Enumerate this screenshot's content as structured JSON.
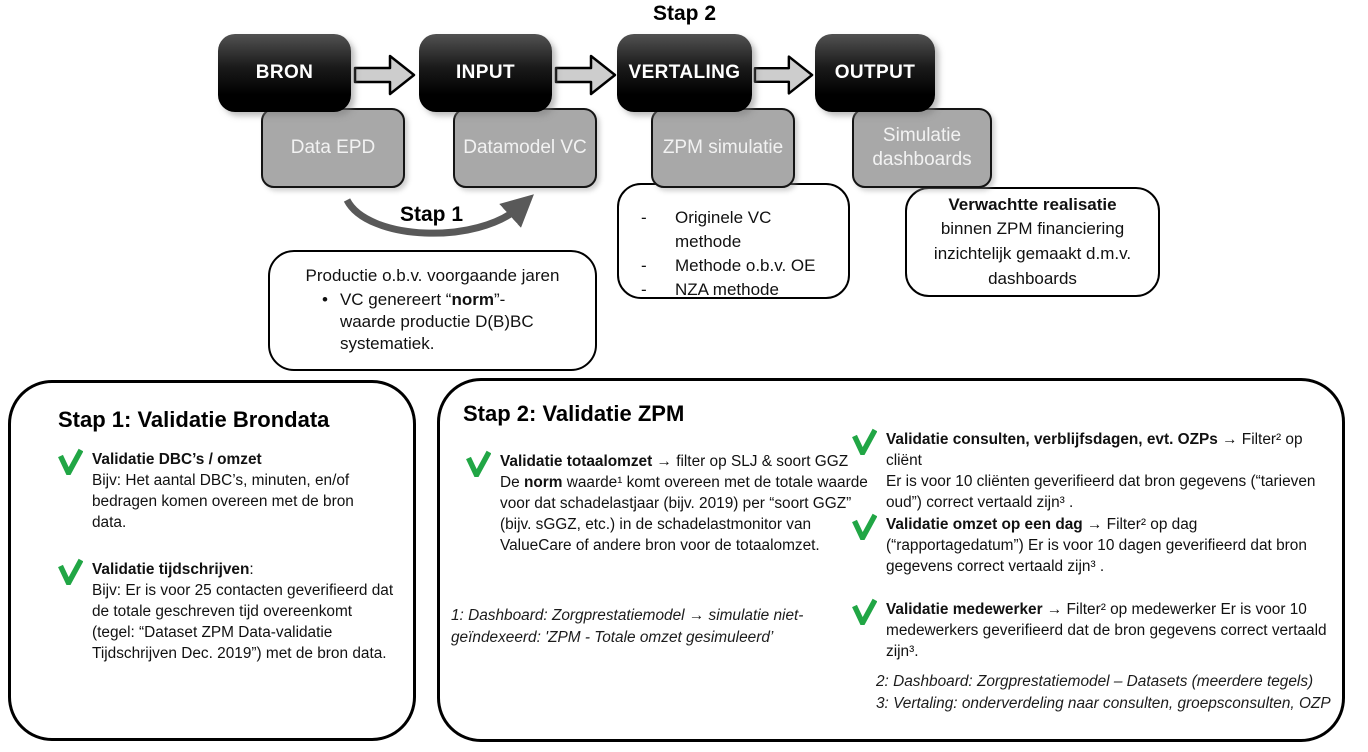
{
  "flow": {
    "stap2_label": "Stap 2",
    "stap1_label": "Stap 1",
    "stages": [
      {
        "label": "BRON",
        "sub": "Data EPD"
      },
      {
        "label": "INPUT",
        "sub": "Datamodel VC"
      },
      {
        "label": "VERTALING",
        "sub": "ZPM simulatie"
      },
      {
        "label": "OUTPUT",
        "sub": "Simulatie dashboards"
      }
    ]
  },
  "callouts": {
    "production": {
      "line1": "Productie o.b.v. voorgaande jaren",
      "bullet_glyph": "•",
      "bullet_pre": "VC genereert “",
      "bullet_bold": "norm",
      "bullet_post": "”-waarde productie D(B)BC systematiek."
    },
    "methods": {
      "dash": "-",
      "items": [
        "Originele VC methode",
        "Methode o.b.v. OE",
        "NZA methode"
      ]
    },
    "output": {
      "bold": "Verwachtte realisatie",
      "rest": " binnen ZPM financiering inzichtelijk gemaakt d.m.v. dashboards"
    }
  },
  "panel_step1": {
    "title": "Stap 1: Validatie Brondata",
    "items": [
      {
        "head_bold": "Validatie DBC’s / omzet",
        "head_rest": "",
        "body": "Bijv: Het aantal DBC’s, minuten, en/of bedragen komen overeen met de bron data."
      },
      {
        "head_bold": "Validatie tijdschrijven",
        "head_rest": ":",
        "body": "Bijv: Er is voor 25 contacten geverifieerd dat de totale geschreven tijd overeenkomt (tegel: “Dataset ZPM Data-validatie Tijdschrijven Dec. 2019”) met de bron data."
      }
    ]
  },
  "panel_step2": {
    "title": "Stap 2: Validatie ZPM",
    "left_item": {
      "head_bold": "Validatie totaalomzet",
      "head_rest": " → filter op SLJ & soort GGZ",
      "body_pre": "De ",
      "body_bold": "norm",
      "body_rest": " waarde¹ komt overeen met de totale waarde voor dat schadelastjaar (bijv. 2019) per “soort GGZ” (bijv. sGGZ, etc.) in de schadelastmonitor van ValueCare of andere bron voor de totaalomzet."
    },
    "footnote1": "1: Dashboard: Zorgprestatiemodel → simulatie niet-geïndexeerd: 'ZPM - Totale omzet gesimuleerd’",
    "right_items": [
      {
        "head_bold": "Validatie consulten, verblijfsdagen, evt. OZPs",
        "head_rest": " → Filter² op cliënt",
        "body": "Er is voor 10 cliënten geverifieerd dat bron gegevens (“tarieven oud”) correct vertaald zijn³ ."
      },
      {
        "head_bold": "Validatie omzet op een dag",
        "head_rest": " → Filter² op dag",
        "body": "(“rapportagedatum”) Er is voor 10 dagen geverifieerd dat bron gegevens correct vertaald zijn³ ."
      },
      {
        "head_bold": "Validatie medewerker",
        "head_rest": " → Filter² op medewerker Er is voor 10",
        "body": "medewerkers geverifieerd dat de bron gegevens correct vertaald zijn³."
      }
    ],
    "footnote2": "2: Dashboard: Zorgprestatiemodel – Datasets (meerdere tegels)",
    "footnote3": "3: Vertaling: onderverdeling naar consulten, groepsconsulten, OZP"
  },
  "colors": {
    "check_green": "#21A645",
    "stage_black": "#000000",
    "subbox_gray": "#A8A8A8",
    "flow_arrow_gray": "#CDCDCD",
    "curve_arrow_gray": "#595959"
  },
  "icons": {
    "check": "green-checkmark",
    "flow_arrow": "right-block-arrow",
    "curve_arrow": "curved-step-arrow"
  }
}
